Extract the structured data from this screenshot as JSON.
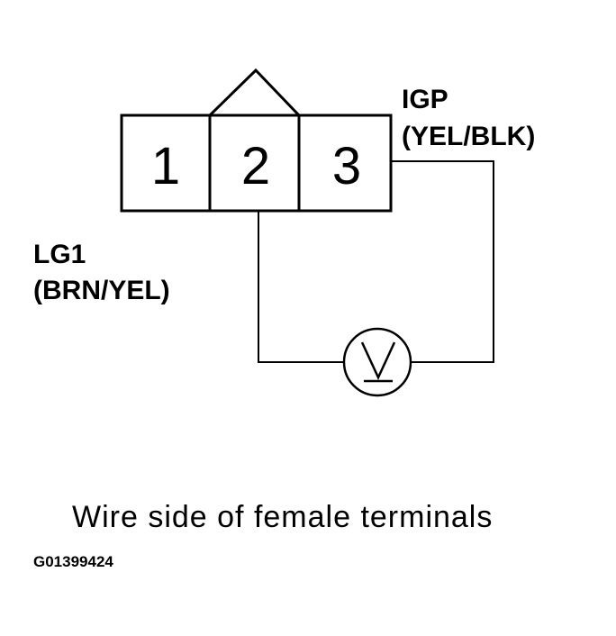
{
  "connector": {
    "pins": [
      {
        "number": "1"
      },
      {
        "number": "2"
      },
      {
        "number": "3"
      }
    ]
  },
  "labels": {
    "igp_name": "IGP",
    "igp_color": "(YEL/BLK)",
    "lg1_name": "LG1",
    "lg1_color": "(BRN/YEL)"
  },
  "meter": {
    "symbol": "V",
    "icon": "voltmeter-icon"
  },
  "caption": "Wire side of female terminals",
  "figure_id": "G01399424"
}
